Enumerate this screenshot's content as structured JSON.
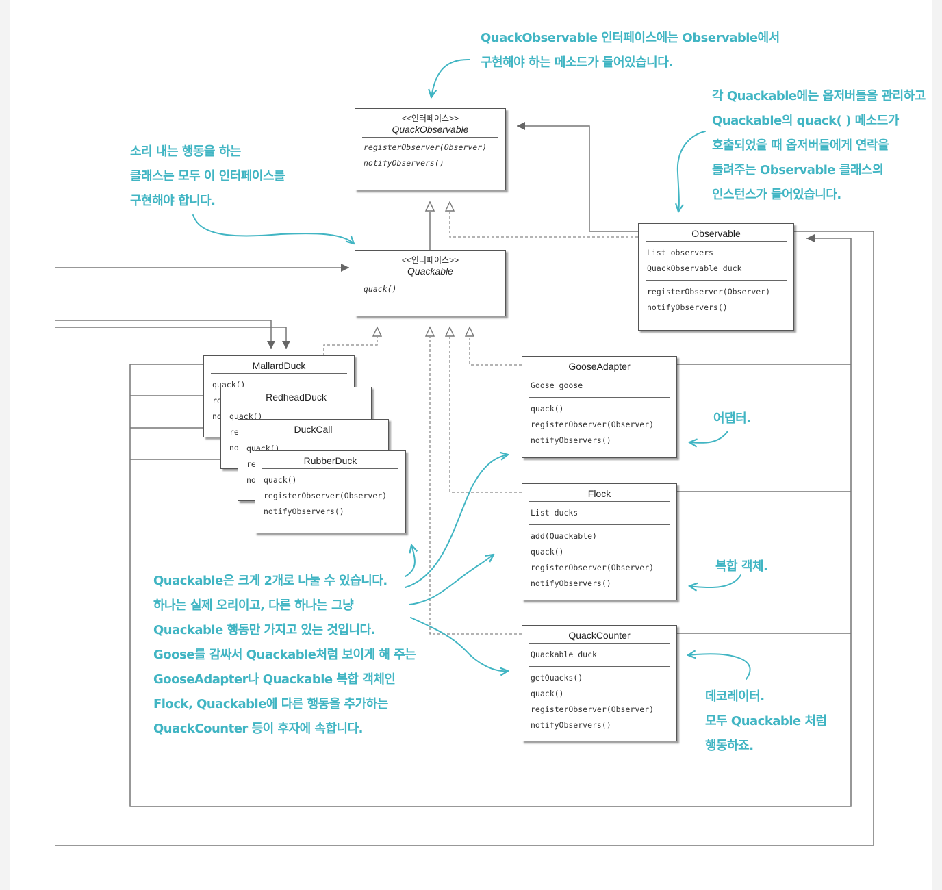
{
  "classes": {
    "quack_observable": {
      "stereotype": "<<인터페이스>>",
      "name": "QuackObservable",
      "methods": [
        "registerObserver(Observer)",
        "notifyObservers()"
      ]
    },
    "quackable": {
      "stereotype": "<<인터페이스>>",
      "name": "Quackable",
      "methods": [
        "quack()"
      ]
    },
    "observable": {
      "name": "Observable",
      "fields": [
        "List observers",
        "QuackObservable duck"
      ],
      "methods": [
        "registerObserver(Observer)",
        "notifyObservers()"
      ]
    },
    "mallard_duck": {
      "name": "MallardDuck",
      "methods_visible": [
        "quack()",
        "re",
        "no"
      ]
    },
    "redhead_duck": {
      "name": "RedheadDuck",
      "methods_visible": [
        "quack()",
        "re",
        "no"
      ]
    },
    "duck_call": {
      "name": "DuckCall",
      "methods_visible": [
        "quack()",
        "re",
        "no"
      ]
    },
    "rubber_duck": {
      "name": "RubberDuck",
      "methods": [
        "quack()",
        "registerObserver(Observer)",
        "notifyObservers()"
      ]
    },
    "goose_adapter": {
      "name": "GooseAdapter",
      "fields": [
        "Goose goose"
      ],
      "methods": [
        "quack()",
        "registerObserver(Observer)",
        "notifyObservers()"
      ]
    },
    "flock": {
      "name": "Flock",
      "fields": [
        "List ducks"
      ],
      "methods": [
        "add(Quackable)",
        "quack()",
        "registerObserver(Observer)",
        "notifyObservers()"
      ]
    },
    "quack_counter": {
      "name": "QuackCounter",
      "fields": [
        "Quackable duck"
      ],
      "methods": [
        "getQuacks()",
        "quack()",
        "registerObserver(Observer)",
        "notifyObservers()"
      ]
    }
  },
  "notes": {
    "quack_observable": [
      "QuackObservable 인터페이스에는 Observable에서",
      "구현해야 하는 메소드가 들어있습니다."
    ],
    "observable": [
      "각 Quackable에는 옵저버들을 관리하고",
      "Quackable의 quack( ) 메소드가",
      "호출되었을 때 옵저버들에게 연락을",
      "돌려주는 Observable 클래스의",
      "인스턴스가 들어있습니다."
    ],
    "quackable": [
      "소리 내는 행동을 하는",
      "클래스는 모두 이 인터페이스를",
      "구현해야 합니다."
    ],
    "adapter": [
      "어댑터."
    ],
    "composite": [
      "복합 객체."
    ],
    "decorator": [
      "데코레이터.",
      "모두 Quackable 처럼",
      "행동하죠."
    ],
    "summary": [
      "Quackable은 크게 2개로 나눌 수 있습니다.",
      "하나는 실제 오리이고, 다른 하나는 그냥",
      "Quackable 행동만 가지고 있는 것입니다.",
      "Goose를 감싸서 Quackable처럼 보이게 해 주는",
      "GooseAdapter나 Quackable 복합 객체인",
      "Flock, Quackable에 다른 행동을 추가하는",
      "QuackCounter 등이 후자에 속합니다."
    ]
  },
  "colors": {
    "annotation": "#41b5c3",
    "line": "#666666",
    "box_border": "#555555"
  }
}
